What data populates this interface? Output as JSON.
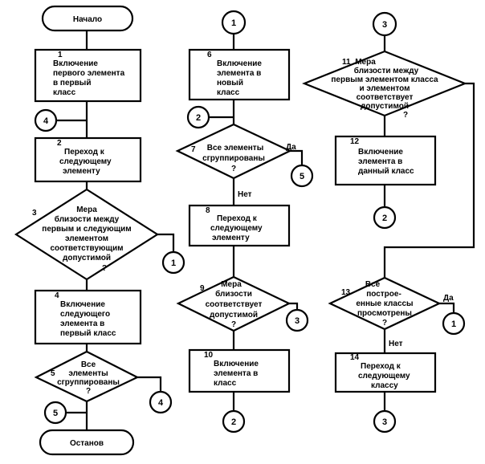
{
  "col1": {
    "start": "Начало",
    "b1": {
      "num": "1",
      "lines": [
        "Включение",
        "первого элемента",
        "в первый",
        "класс"
      ]
    },
    "c4": "4",
    "b2": {
      "num": "2",
      "lines": [
        "Переход к",
        "следующему",
        "элементу"
      ]
    },
    "d3": {
      "num": "3",
      "lines": [
        "Мера",
        "близости между",
        "первым и следующим",
        "элементом",
        "соответствующим",
        "допустимой",
        "?"
      ]
    },
    "c1": "1",
    "b4": {
      "num": "4",
      "lines": [
        "Включение",
        "следующего",
        "элемента в",
        "первый класс"
      ]
    },
    "d5": {
      "num": "5",
      "lines": [
        "Все",
        "элементы",
        "сгруппированы",
        "?"
      ]
    },
    "c4b": "4",
    "c5": "5",
    "stop": "Останов"
  },
  "col2": {
    "c1": "1",
    "b6": {
      "num": "6",
      "lines": [
        "Включение",
        "элемента в",
        "новый",
        "класс"
      ]
    },
    "c2": "2",
    "d7": {
      "num": "7",
      "lines": [
        "Все элементы",
        "сгруппированы",
        "?"
      ]
    },
    "yes": "Да",
    "c5": "5",
    "no": "Нет",
    "b8": {
      "num": "8",
      "lines": [
        "Переход к",
        "следующему",
        "элементу"
      ]
    },
    "d9": {
      "num": "9",
      "lines": [
        "Мера",
        "близости",
        "соответствует",
        "допустимой",
        "?"
      ]
    },
    "c3": "3",
    "b10": {
      "num": "10",
      "lines": [
        "Включение",
        "элемента в",
        "класс"
      ]
    },
    "c2b": "2"
  },
  "col3": {
    "c3": "3",
    "d11": {
      "num": "11",
      "lines": [
        "Мера",
        "близости между",
        "первым элементом класса",
        "и элементом",
        "соответствует",
        "допустимой",
        "?"
      ]
    },
    "b12": {
      "num": "12",
      "lines": [
        "Включение",
        "элемента в",
        "данный класс"
      ]
    },
    "c2": "2",
    "d13": {
      "num": "13",
      "lines": [
        "Все",
        "построе-",
        "енные классы",
        "просмотрены",
        "?"
      ]
    },
    "yes": "Да",
    "c1": "1",
    "no": "Нет",
    "b14": {
      "num": "14",
      "lines": [
        "Переход к",
        "следующему",
        "классу"
      ]
    },
    "c3b": "3"
  }
}
